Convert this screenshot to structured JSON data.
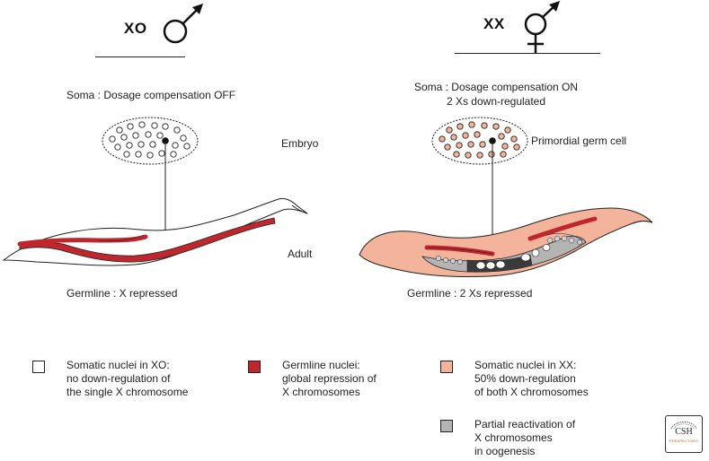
{
  "left_panel": {
    "genotype": "XO",
    "sex_icon": "male-symbol-icon",
    "soma_text": "Soma : Dosage compensation OFF",
    "embryo_label": "Embryo",
    "adult_label": "Adult",
    "germline_text": "Germline : X repressed"
  },
  "right_panel": {
    "genotype": "XX",
    "sex_icon": "hermaphrodite-symbol-icon",
    "soma_text_line1": "Soma : Dosage compensation ON",
    "soma_text_line2": "2 Xs down-regulated",
    "pgc_label": "Primordial germ cell",
    "germline_text": "Germline : 2 Xs repressed"
  },
  "legend": [
    {
      "color": "#ffffff",
      "text": "Somatic nuclei in XO:\nno down-regulation of\nthe single X chromosome"
    },
    {
      "color": "#c0272d",
      "text": "Germline nuclei:\nglobal repression of\nX chromosomes"
    },
    {
      "color": "#f4b49c",
      "text": "Somatic nuclei in XX:\n50% down-regulation\nof both X chromosomes"
    },
    {
      "color": "#b4b4b4",
      "text": "Partial reactivation of\nX chromosomes\nin oogenesis"
    }
  ],
  "logo": {
    "line1": "CSH",
    "line2": "PERSPECTIVES"
  },
  "colors": {
    "germline_red": "#c0272d",
    "soma_pink": "#f4b49c",
    "reactivation_gray": "#b4b4b4",
    "outline": "#222222"
  }
}
